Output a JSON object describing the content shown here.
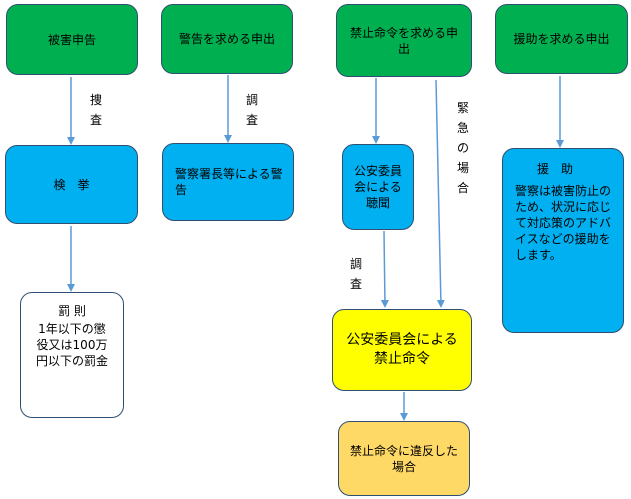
{
  "boxes": {
    "damage_report": "被害申告",
    "arrest": "検　挙",
    "penalty_title": "罰 則",
    "penalty_body": "1年以下の懲役又は100万円以下の罰金",
    "warning_request": "警告を求める申出",
    "police_warning": "警察署長等による警告",
    "order_request": "禁止命令を求める申出",
    "hearing": "公安委員会による聴聞",
    "prohibition_order": "公安委員会による禁止命令",
    "violation": "禁止命令に違反した場合",
    "assistance_request": "援助を求める申出",
    "assistance_title": "援　助",
    "assistance_body": "警察は被害防止のため、状況に応じて対応策のアドバイスなどの援助をします。"
  },
  "labels": {
    "investigation": "捜査",
    "examination_1": "調査",
    "examination_2": "調査",
    "emergency": "緊急の場合"
  },
  "colors": {
    "green": "#00b050",
    "blue": "#00b0f0",
    "yellow": "#ffff00",
    "orange": "#ffd966",
    "arrow": "#5b9bd5",
    "border": "#2f4f72"
  }
}
